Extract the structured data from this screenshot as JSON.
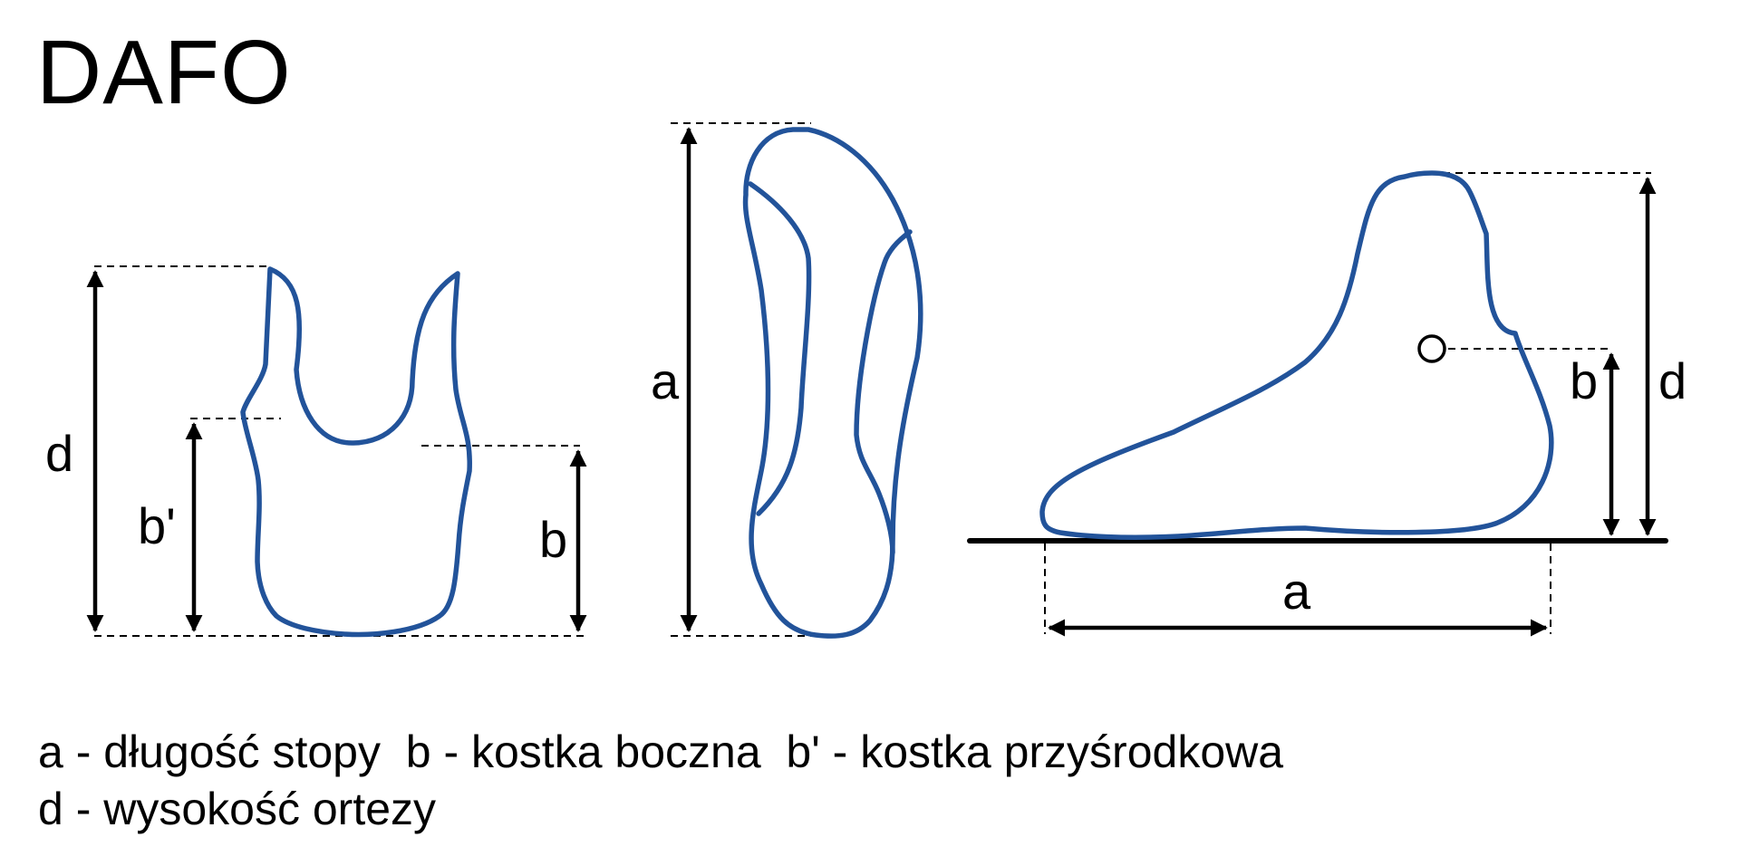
{
  "title": "DAFO",
  "colors": {
    "outline": "#22539a",
    "annotation": "#000000",
    "background": "#ffffff"
  },
  "figures": {
    "rear_view": {
      "labels": {
        "d": "d",
        "b_prime": "b'",
        "b": "b"
      }
    },
    "top_view": {
      "labels": {
        "a": "a"
      }
    },
    "side_view": {
      "labels": {
        "a": "a",
        "b": "b",
        "d": "d"
      }
    }
  },
  "legend": {
    "line1": "a - długość stopy  b - kostka boczna  b' - kostka przyśrodkowa",
    "line2": "d - wysokość ortezy"
  }
}
